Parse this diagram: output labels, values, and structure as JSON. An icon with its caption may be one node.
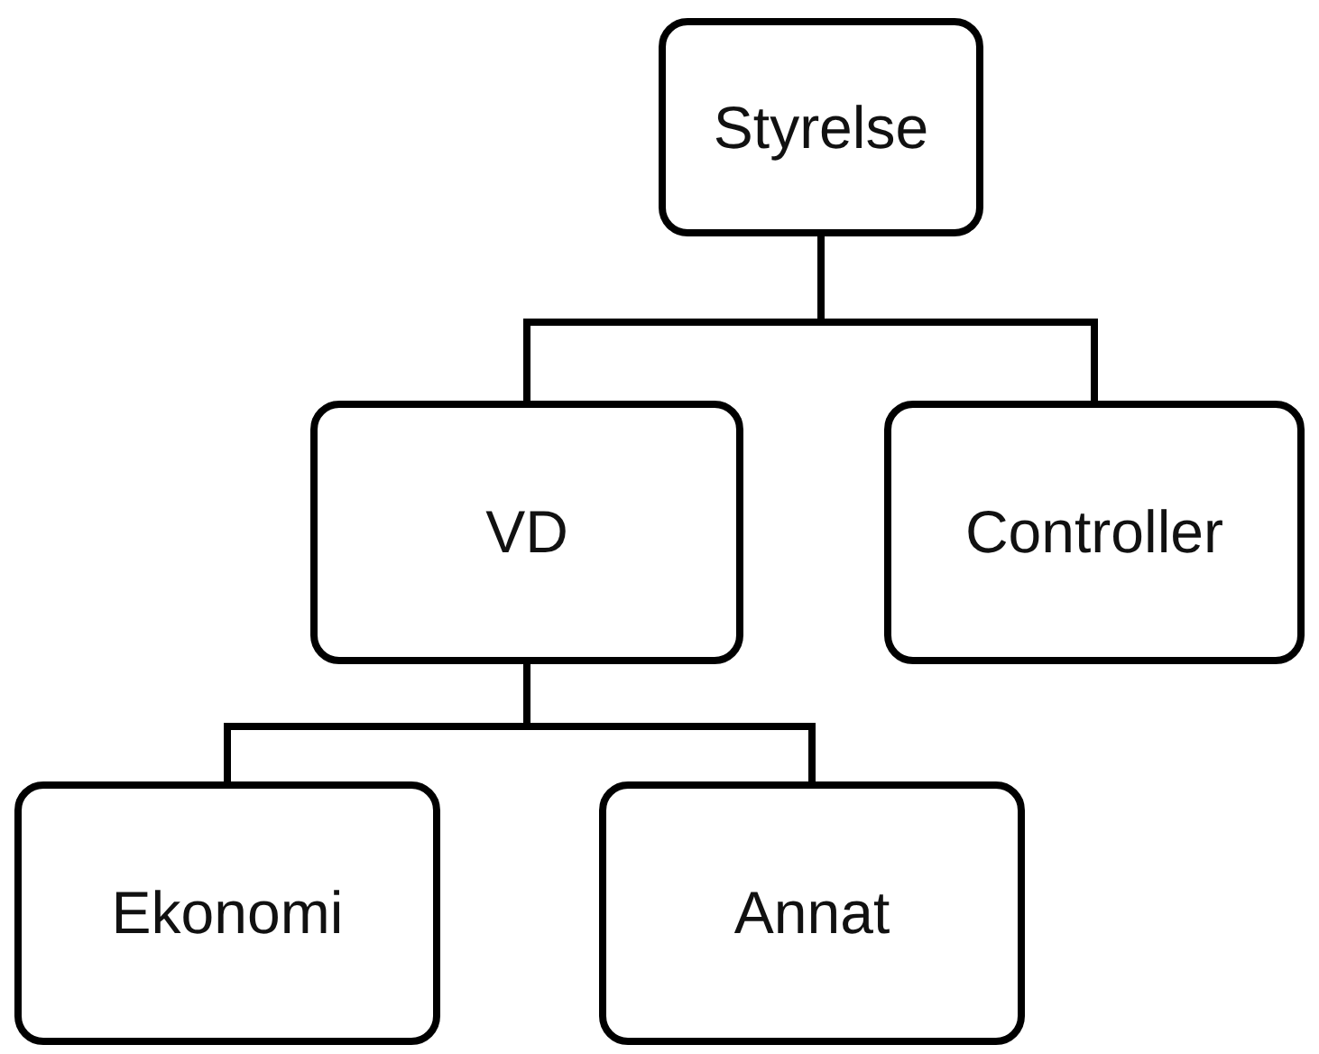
{
  "diagram": {
    "nodes": [
      {
        "text": [
          "Styrelse"
        ]
      },
      {
        "text": [
          "VD"
        ]
      },
      {
        "text": [
          "Controller"
        ]
      },
      {
        "text": [
          "Ekonomi"
        ]
      },
      {
        "text": [
          "Annat"
        ]
      }
    ],
    "edges": [
      {
        "from": 0,
        "to": 1,
        "arrow": "none"
      },
      {
        "from": 0,
        "to": 2,
        "arrow": "none"
      },
      {
        "from": 1,
        "to": 3,
        "arrow": "none"
      },
      {
        "from": 1,
        "to": 4,
        "arrow": "none"
      }
    ]
  }
}
